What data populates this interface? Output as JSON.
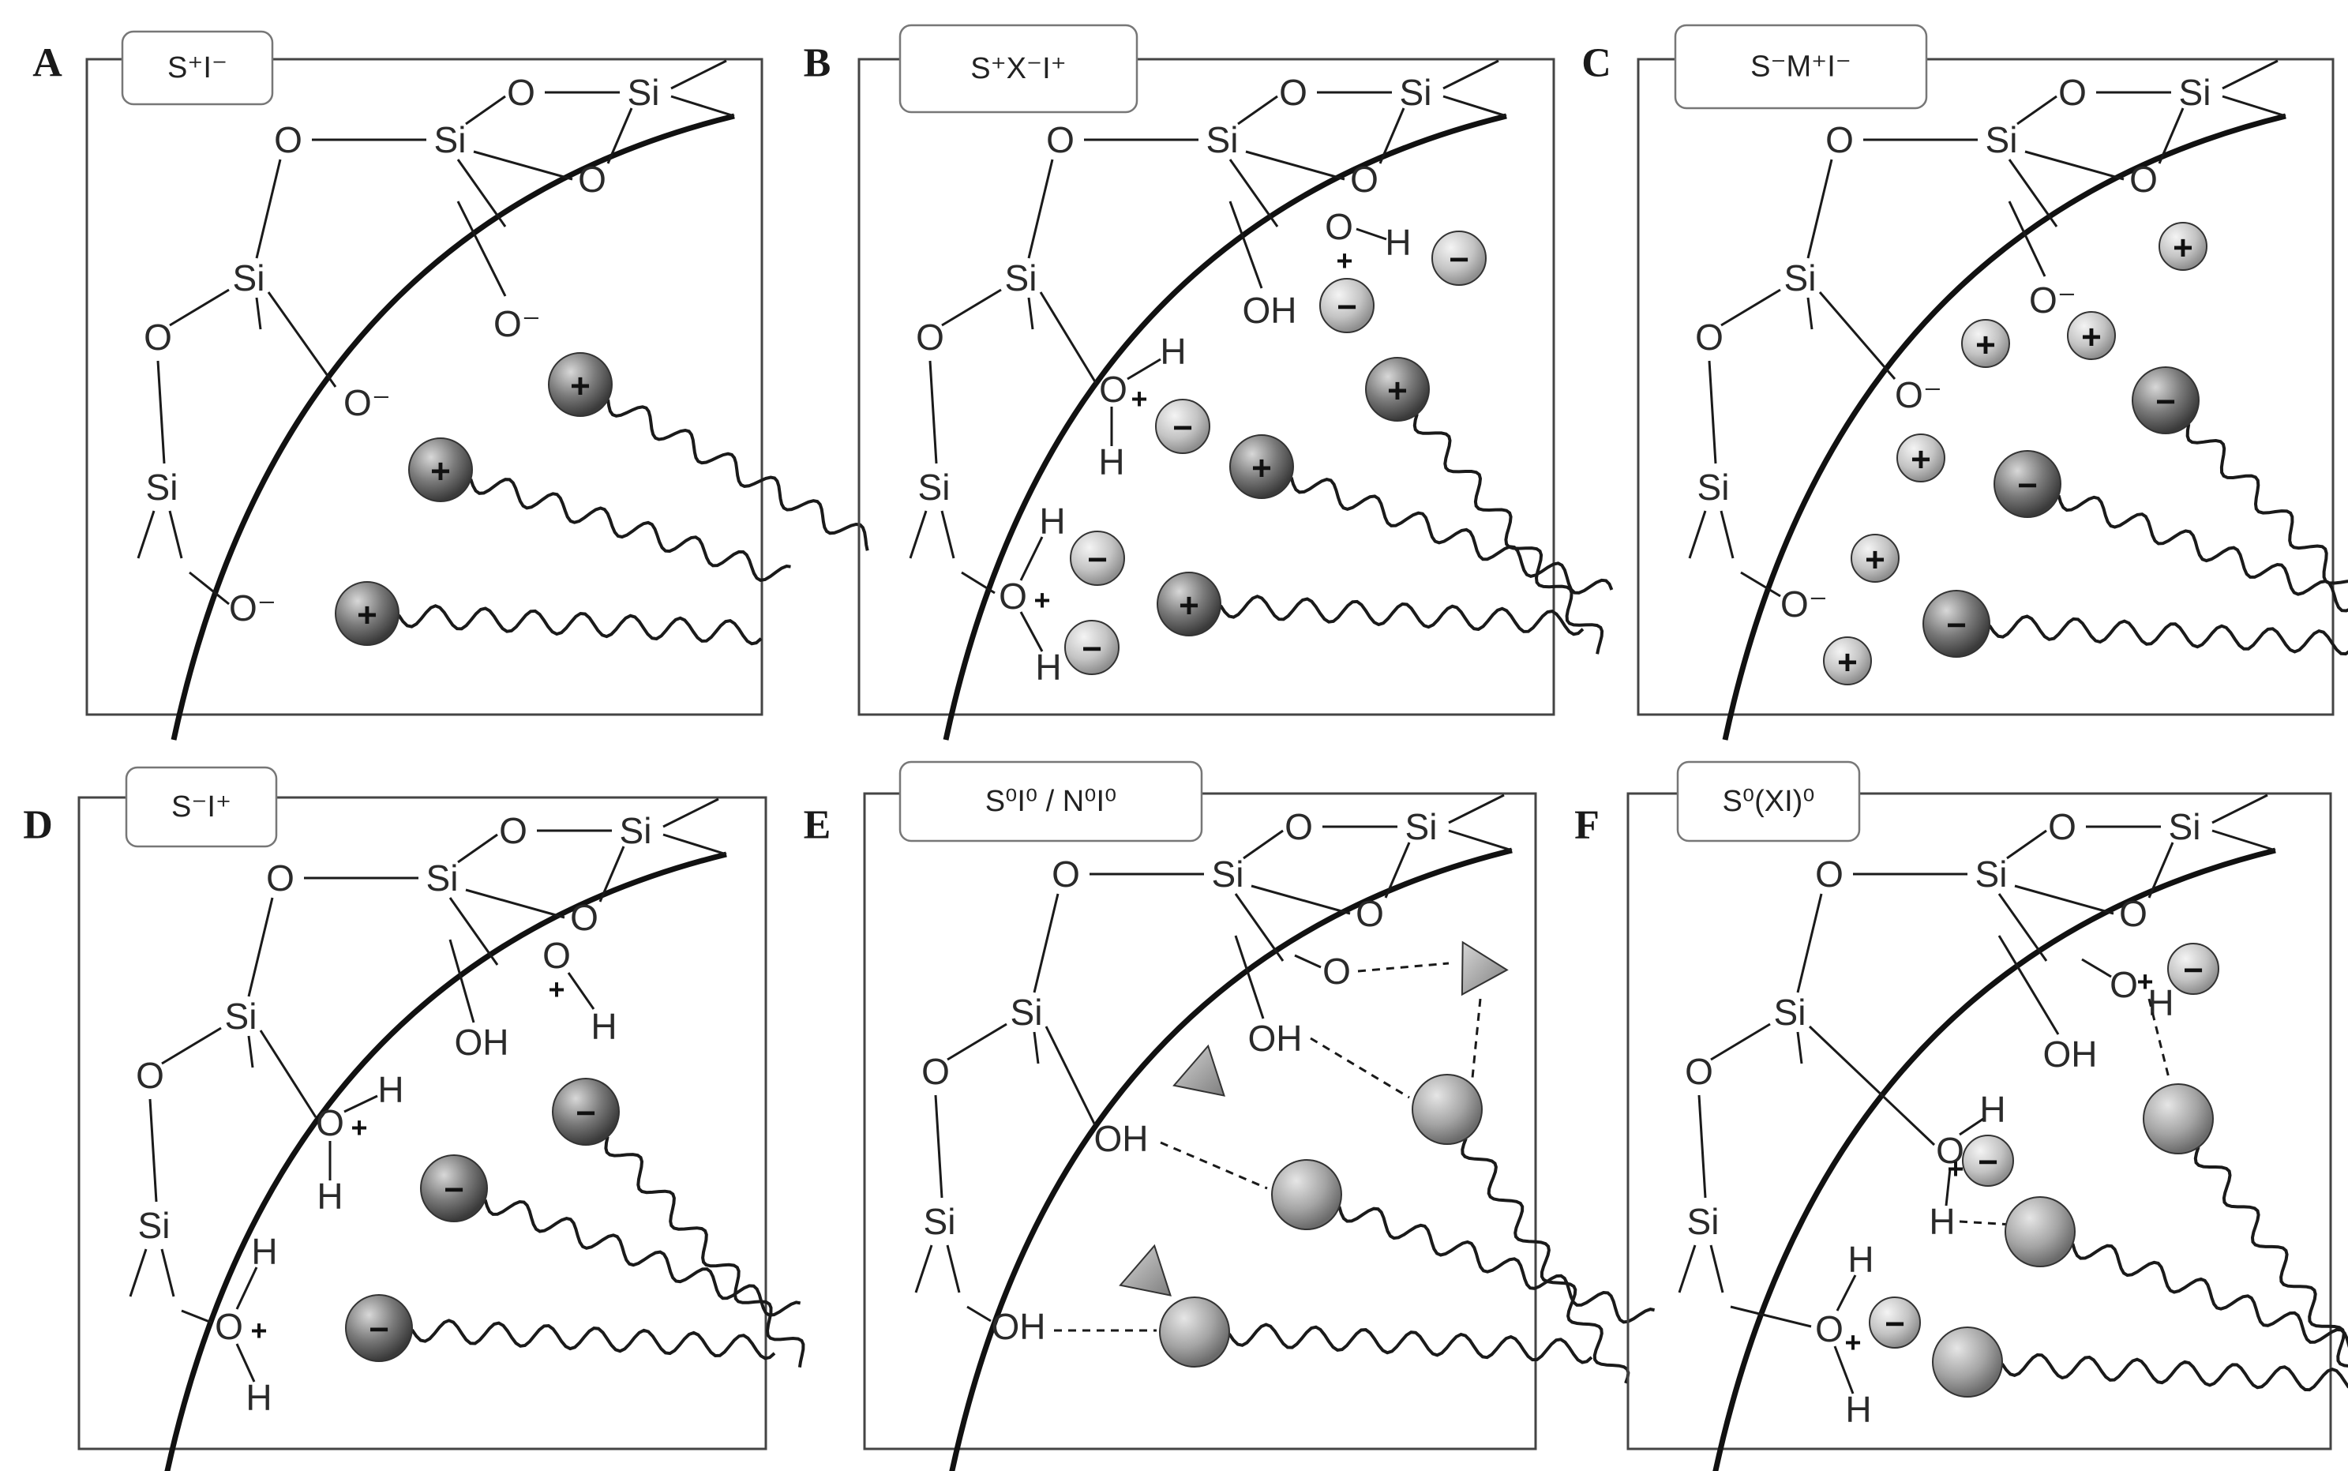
{
  "panels": [
    {
      "letter": "A",
      "tag": "S⁺I⁻"
    },
    {
      "letter": "B",
      "tag": "S⁺X⁻I⁺"
    },
    {
      "letter": "C",
      "tag": "S⁻M⁺I⁻"
    },
    {
      "letter": "D",
      "tag": "S⁻I⁺"
    },
    {
      "letter": "E",
      "tag": "S⁰I⁰ / N⁰I⁰"
    },
    {
      "letter": "F",
      "tag": "S⁰(XI)⁰"
    }
  ],
  "atoms": {
    "si": "Si",
    "o": "O",
    "o_minus": "O⁻",
    "oh": "OH",
    "h": "H",
    "plus": "+"
  },
  "charges": {
    "plus": "+",
    "minus": "−"
  },
  "colors": {
    "line": "#1a1a1a",
    "box": "#444444",
    "surfactant_dark": "#5a5a5a",
    "ion_light": "#c8c8c8",
    "neutral_gray": "#9a9a9a"
  }
}
